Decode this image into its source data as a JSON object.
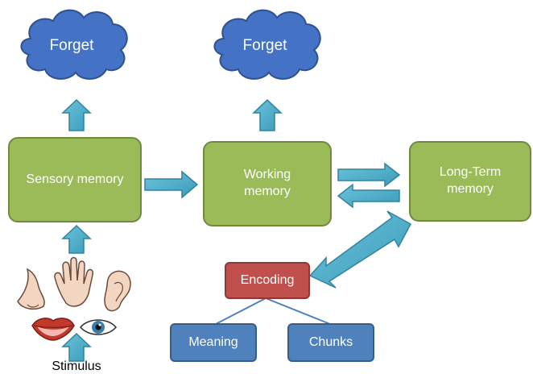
{
  "clouds": {
    "left": "Forget",
    "right": "Forget"
  },
  "boxes": {
    "sensory": "Sensory memory",
    "working": "Working memory",
    "longterm": "Long-Term memory",
    "encoding": "Encoding",
    "meaning": "Meaning",
    "chunks": "Chunks"
  },
  "stimulus_label": "Stimulus",
  "colors": {
    "box_green": "#9bbb59",
    "box_red": "#c0504d",
    "box_blue": "#4f81bd",
    "arrow": "#4bacc6",
    "cloud": "#4472c4"
  },
  "icons": [
    "nose-icon",
    "hand-icon",
    "ear-icon",
    "mouth-icon",
    "eye-icon"
  ]
}
